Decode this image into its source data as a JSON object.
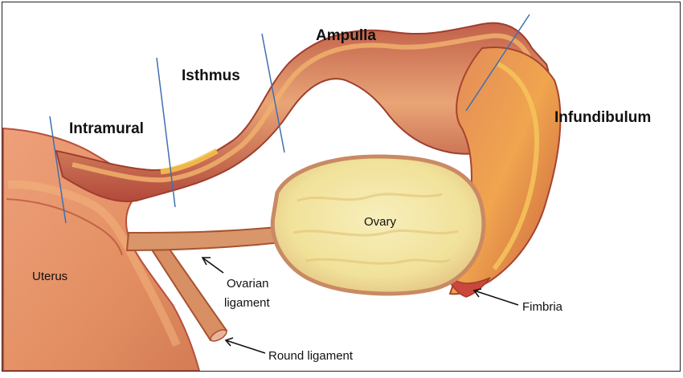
{
  "segments": {
    "intramural": "Intramural",
    "isthmus": "Isthmus",
    "ampulla": "Ampulla",
    "infundibulum": "Infundibulum"
  },
  "labels": {
    "uterus": "Uterus",
    "ovary": "Ovary",
    "ovarian_ligament_line1": "Ovarian",
    "ovarian_ligament_line2": "ligament",
    "round_ligament": "Round ligament",
    "fimbria": "Fimbria"
  },
  "colors": {
    "tube_outer": "#b8503e",
    "tube_inner": "#e59a6c",
    "tube_highlight": "#f2b84a",
    "uterus_fill": "#e7946a",
    "ovary_fill": "#f3e7a6",
    "ovary_edge": "#c98a63",
    "ligament_fill": "#d9966b",
    "divider_line": "#3f6fb3",
    "text": "#111111"
  }
}
